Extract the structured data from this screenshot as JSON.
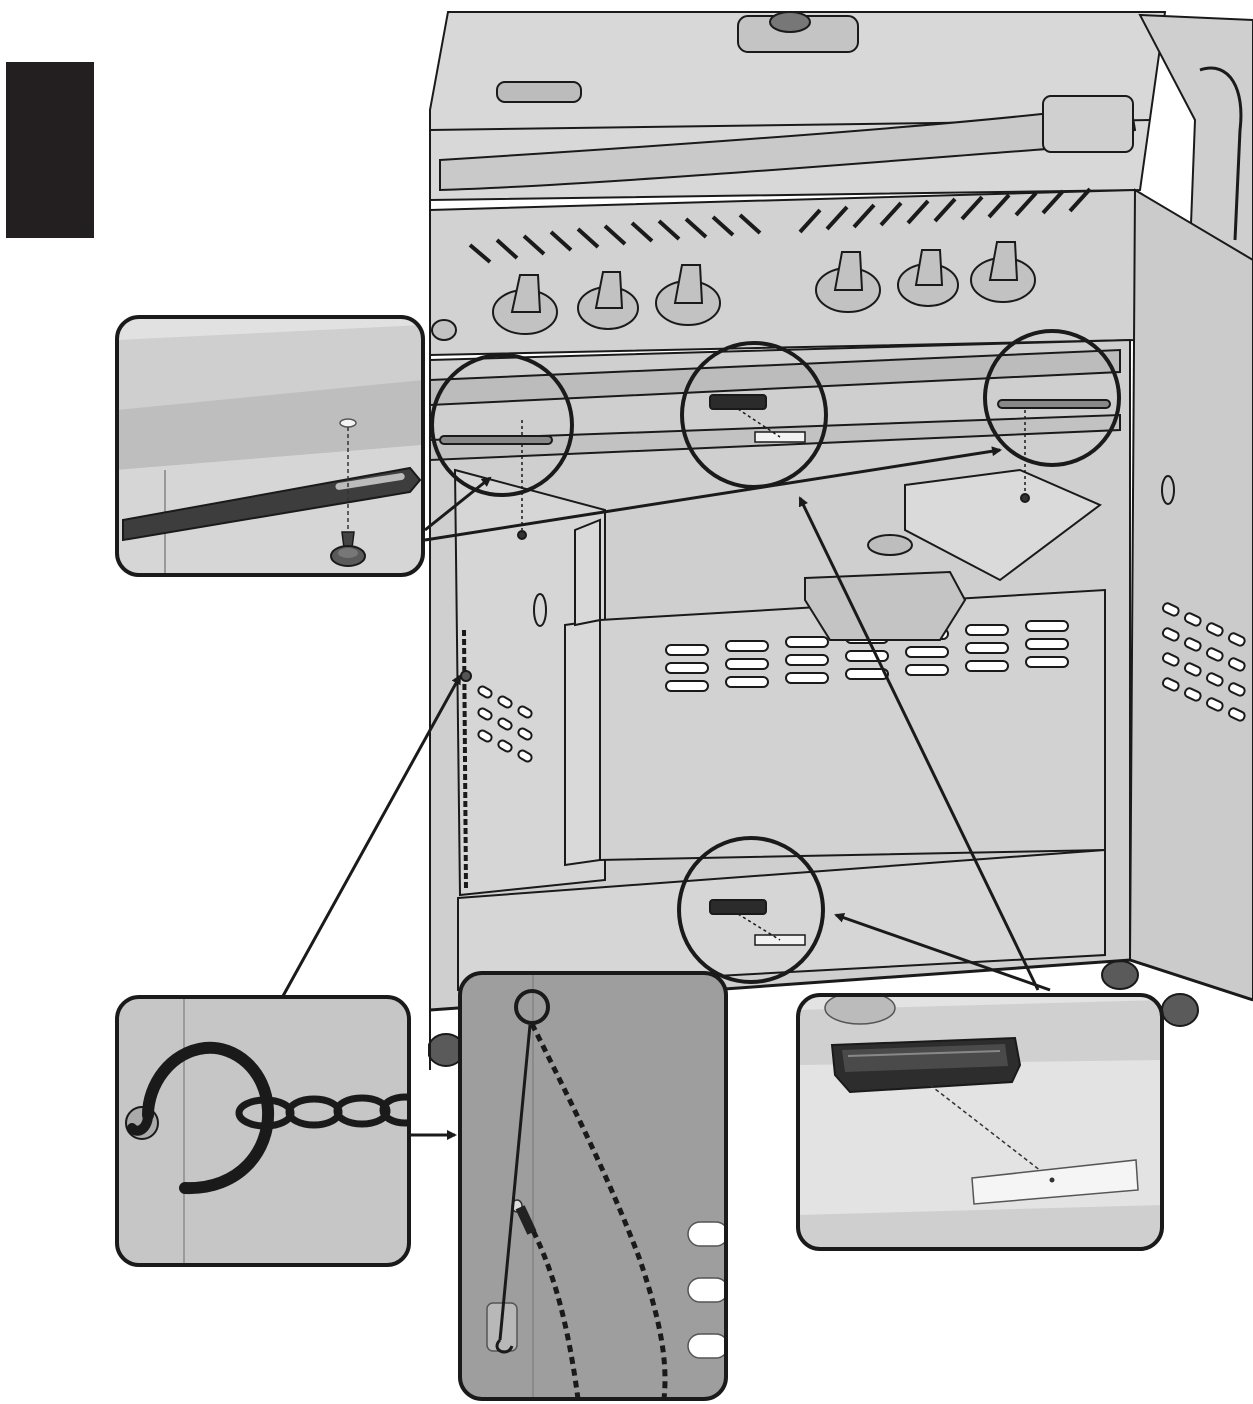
{
  "diagram": {
    "callouts": [
      {
        "name": "screw-bracket-detail"
      },
      {
        "name": "chain-hook-detail"
      },
      {
        "name": "chain-hanging-detail"
      },
      {
        "name": "magnet-plate-detail"
      }
    ],
    "colors": {
      "line": "#1a1a1a",
      "grill_body": "#d4d4d4",
      "grill_shadow": "#bdbdbd",
      "detail_bg": "#c8c8c8",
      "detail_dark": "#9e9e9e",
      "tab": "#231f20"
    }
  }
}
